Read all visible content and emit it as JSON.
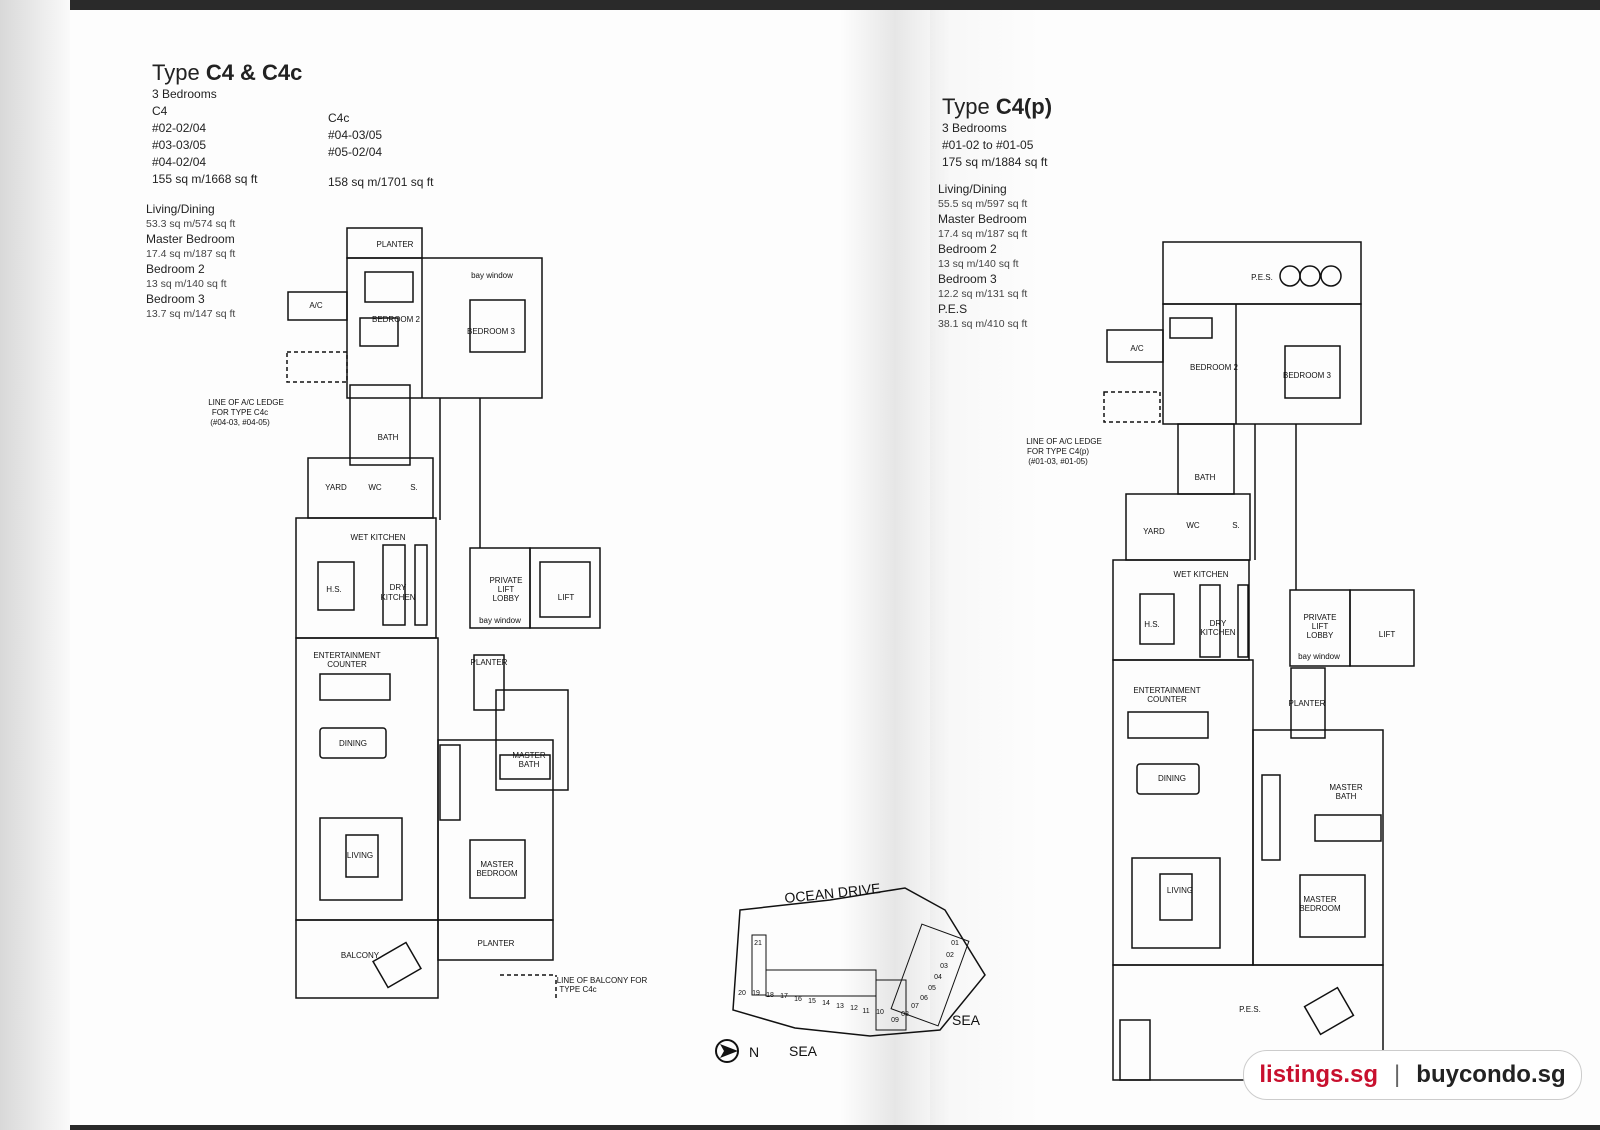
{
  "left": {
    "title_prefix": "Type ",
    "title_bold": "C4 & C4c",
    "bedrooms": "3 Bedrooms",
    "c4_label": "C4",
    "c4_units": [
      "#02-02/04",
      "#03-03/05",
      "#04-02/04"
    ],
    "c4_size": "155 sq m/1668 sq ft",
    "c4c_label": "C4c",
    "c4c_units": [
      "#04-03/05",
      "#05-02/04"
    ],
    "c4c_size": "158 sq m/1701 sq ft",
    "areas": [
      {
        "name": "Living/Dining",
        "value": "53.3 sq m/574 sq ft"
      },
      {
        "name": "Master Bedroom",
        "value": "17.4 sq m/187 sq ft"
      },
      {
        "name": "Bedroom 2",
        "value": "13 sq m/140 sq ft"
      },
      {
        "name": "Bedroom 3",
        "value": "13.7 sq m/147 sq ft"
      }
    ],
    "plan_labels": {
      "planter_top": "PLANTER",
      "bay_window": "bay window",
      "ac": "A/C",
      "bedroom2": "BEDROOM 2",
      "bedroom3": "BEDROOM 3",
      "ledge_note_1": "LINE OF A/C LEDGE",
      "ledge_note_2": "FOR TYPE C4c",
      "ledge_note_3": "(#04-03, #04-05)",
      "bath": "BATH",
      "yard": "YARD",
      "wc": "WC",
      "s": "S.",
      "wet_kitchen": "WET KITCHEN",
      "hs": "H.S.",
      "dry_kitchen_1": "DRY",
      "dry_kitchen_2": "KITCHEN",
      "lift_lobby_1": "PRIVATE",
      "lift_lobby_2": "LIFT",
      "lift_lobby_3": "LOBBY",
      "lift": "LIFT",
      "bay_window_2": "bay window",
      "planter_mid": "PLANTER",
      "ent_counter_1": "ENTERTAINMENT",
      "ent_counter_2": "COUNTER",
      "dining": "DINING",
      "master_bath_1": "MASTER",
      "master_bath_2": "BATH",
      "living": "LIVING",
      "master_bed_1": "MASTER",
      "master_bed_2": "BEDROOM",
      "balcony": "BALCONY",
      "planter_bot": "PLANTER",
      "balcony_note_1": "LINE OF BALCONY FOR",
      "balcony_note_2": "TYPE C4c"
    }
  },
  "right": {
    "title_prefix": "Type ",
    "title_bold": "C4(p)",
    "bedrooms": "3 Bedrooms",
    "units": "#01-02 to #01-05",
    "size": "175 sq m/1884 sq ft",
    "areas": [
      {
        "name": "Living/Dining",
        "value": "55.5 sq m/597 sq ft"
      },
      {
        "name": "Master Bedroom",
        "value": "17.4 sq m/187 sq ft"
      },
      {
        "name": "Bedroom 2",
        "value": "13 sq m/140 sq ft"
      },
      {
        "name": "Bedroom 3",
        "value": "12.2 sq m/131 sq ft"
      },
      {
        "name": "P.E.S",
        "value": "38.1 sq m/410 sq ft"
      }
    ],
    "plan_labels": {
      "pes_top": "P.E.S.",
      "ac": "A/C",
      "bedroom2": "BEDROOM 2",
      "bedroom3": "BEDROOM 3",
      "ledge_note_1": "LINE OF A/C LEDGE",
      "ledge_note_2": "FOR TYPE C4(p)",
      "ledge_note_3": "(#01-03, #01-05)",
      "bath": "BATH",
      "yard": "YARD",
      "wc": "WC",
      "s": "S.",
      "wet_kitchen": "WET KITCHEN",
      "hs": "H.S.",
      "dry_kitchen_1": "DRY",
      "dry_kitchen_2": "KITCHEN",
      "lift_lobby_1": "PRIVATE",
      "lift_lobby_2": "LIFT",
      "lift_lobby_3": "LOBBY",
      "lift": "LIFT",
      "bay_window": "bay window",
      "planter": "PLANTER",
      "ent_counter_1": "ENTERTAINMENT",
      "ent_counter_2": "COUNTER",
      "dining": "DINING",
      "master_bath_1": "MASTER",
      "master_bath_2": "BATH",
      "living": "LIVING",
      "master_bed_1": "MASTER",
      "master_bed_2": "BEDROOM",
      "pes_bot": "P.E.S."
    }
  },
  "site_plan": {
    "road": "OCEAN DRIVE",
    "sea_east": "SEA",
    "sea_south": "SEA",
    "north": "N",
    "units_left": [
      "21",
      "20",
      "19",
      "18",
      "17",
      "16",
      "15",
      "14",
      "13",
      "12",
      "11",
      "10"
    ],
    "units_right": [
      "01",
      "02",
      "03",
      "04",
      "05",
      "06",
      "07",
      "08",
      "09"
    ]
  },
  "watermark": {
    "site_a": "listings.sg",
    "separator": "|",
    "site_b": "buycondo.sg"
  }
}
